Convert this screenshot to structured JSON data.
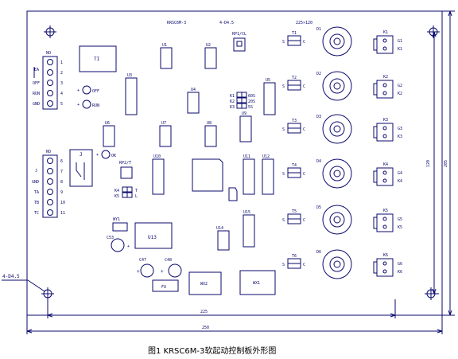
{
  "board": {
    "model": "KRSC6M-3",
    "mount_hole_top": "4-D4.5",
    "mount_hole_left": "4-D4.5",
    "size_top": "225×120"
  },
  "dimensions": {
    "width_inner": "225",
    "width_outer": "250",
    "height_inner": "120",
    "height_outer": "205"
  },
  "caption": "图1   KRSC6M-3软起动控制板外形图",
  "connector_top": {
    "header": "NO",
    "pins": [
      {
        "label": "EA",
        "num": "1"
      },
      {
        "label": "",
        "num": "2"
      },
      {
        "label": "OFF",
        "num": "3"
      },
      {
        "label": "RUN",
        "num": "4"
      },
      {
        "label": "GND",
        "num": "5"
      }
    ]
  },
  "connector_bottom": {
    "header": "NO",
    "pins": [
      {
        "label": "",
        "num": "6"
      },
      {
        "label": "J",
        "num": "7"
      },
      {
        "label": "GND",
        "num": "8"
      },
      {
        "label": "TA",
        "num": "9"
      },
      {
        "label": "TB",
        "num": "10"
      },
      {
        "label": "TC",
        "num": "11"
      }
    ]
  },
  "leds": {
    "off": "OFF",
    "run": "RUN",
    "ok": "OK"
  },
  "relay_label": "J",
  "transformer": "TI",
  "ics": {
    "u1": "U1",
    "u2": "U2",
    "u3": "U3",
    "u4": "U4",
    "u5": "U5",
    "u6": "U6",
    "u7": "U7",
    "u8": "U8",
    "u9": "U9",
    "u10": "U10",
    "u11": "U11",
    "u12": "U12",
    "u13": "U13",
    "u14": "U14",
    "u15": "U15"
  },
  "trimmer_top": "RP1/CL",
  "pot_mid": "RP2/T",
  "jumper_k": {
    "k1": "K1",
    "k2": "K2",
    "k3": "K3",
    "k1v": "60S",
    "k2v": "20S",
    "k3v": "5S"
  },
  "jumper_k4": {
    "k4": "K4",
    "k5": "K5",
    "t": "T",
    "l": "L"
  },
  "wy": "WY1",
  "caps": {
    "c53": "C53",
    "c47": "C47",
    "c48": "C48"
  },
  "fuse": "FU",
  "transformers_bottom": {
    "w2": "WX2",
    "w1": "WX1"
  },
  "channels": [
    {
      "t": "T1",
      "s": "S",
      "c": "C",
      "d": "D1",
      "out": "K1",
      "g": "G1",
      "k": "K1"
    },
    {
      "t": "T2",
      "s": "S",
      "c": "C",
      "d": "D2",
      "out": "K2",
      "g": "G2",
      "k": "K2"
    },
    {
      "t": "T3",
      "s": "S",
      "c": "C",
      "d": "D3",
      "out": "K3",
      "g": "G3",
      "k": "K3"
    },
    {
      "t": "T4",
      "s": "S",
      "c": "C",
      "d": "D4",
      "out": "K4",
      "g": "G4",
      "k": "K4"
    },
    {
      "t": "T5",
      "s": "S",
      "c": "C",
      "d": "D5",
      "out": "K5",
      "g": "G5",
      "k": "K5"
    },
    {
      "t": "T6",
      "s": "S",
      "c": "C",
      "d": "D6",
      "out": "K6",
      "g": "G6",
      "k": "K6"
    }
  ]
}
